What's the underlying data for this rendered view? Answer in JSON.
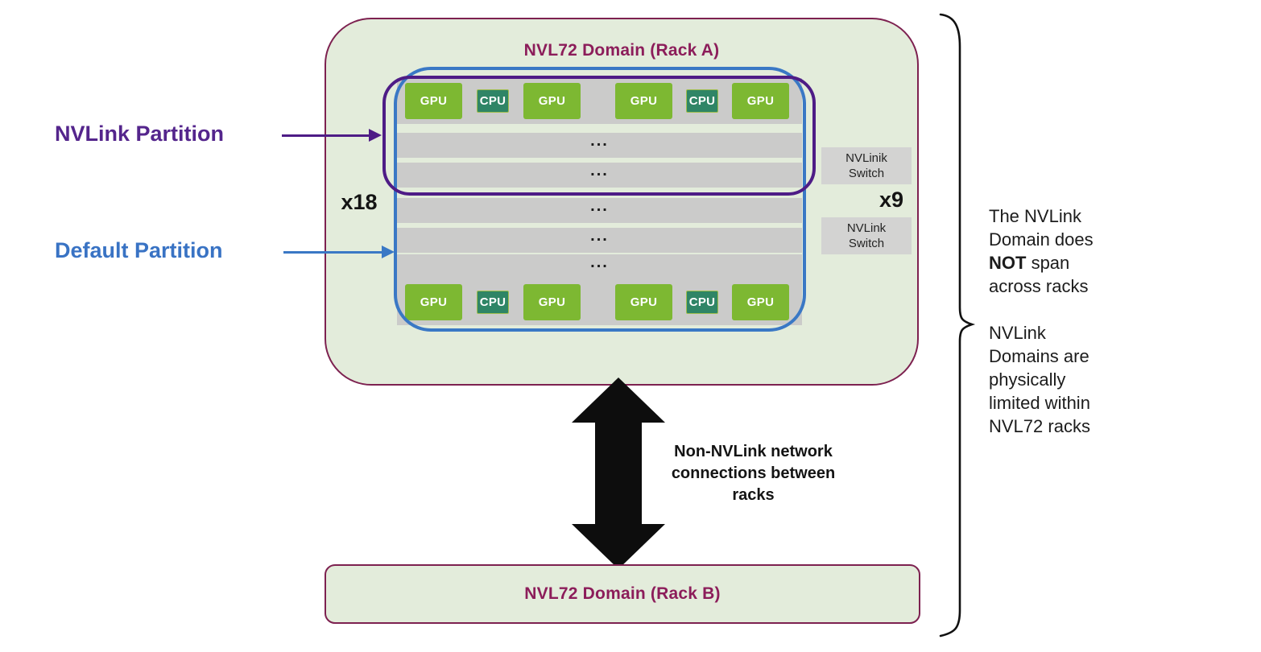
{
  "rack_a": {
    "title": "NVL72 Domain (Rack A)",
    "multiplier_rows": "x18",
    "dots": "...",
    "chips": [
      "GPU",
      "CPU",
      "GPU",
      "GPU",
      "CPU",
      "GPU"
    ]
  },
  "switches": {
    "top_line1": "NVLinik",
    "top_line2": "Switch",
    "bottom_line1": "NVLink",
    "bottom_line2": "Switch",
    "multiplier": "x9"
  },
  "labels": {
    "nvlink_partition": "NVLink Partition",
    "default_partition": "Default Partition"
  },
  "inter_rack": {
    "label": "Non-NVLink network connections between racks"
  },
  "rack_b": {
    "title": "NVL72 Domain (Rack B)"
  },
  "notes": {
    "note1_pre": "The NVLink Domain does ",
    "note1_bold": "NOT",
    "note1_post": " span across racks",
    "note2": "NVLink Domains are physically limited within NVL72 racks"
  },
  "colors": {
    "rack_fill": "#E3ECDB",
    "rack_border": "#7D2150",
    "rack_title_text": "#8C1D5A",
    "gpu_green": "#7DB832",
    "cpu_teal": "#2F8566",
    "row_gray": "#CBCBCA",
    "switch_gray": "#D3D3D2",
    "nvlink_partition_purple": "#4E1C86",
    "default_partition_blue": "#3A78C5",
    "arrow_black": "#0d0d0d"
  }
}
